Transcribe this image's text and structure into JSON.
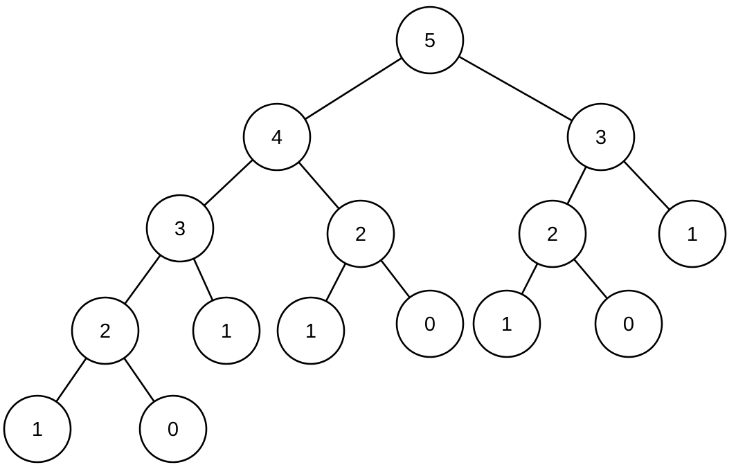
{
  "diagram": {
    "type": "binary-tree",
    "colors": {
      "stroke": "#000000",
      "fill": "#ffffff",
      "text": "#000000"
    },
    "nodes": [
      {
        "id": "n1",
        "label": "5"
      },
      {
        "id": "n2",
        "label": "4"
      },
      {
        "id": "n3",
        "label": "3"
      },
      {
        "id": "n4",
        "label": "3"
      },
      {
        "id": "n5",
        "label": "2"
      },
      {
        "id": "n6",
        "label": "2"
      },
      {
        "id": "n7",
        "label": "1"
      },
      {
        "id": "n8",
        "label": "2"
      },
      {
        "id": "n9",
        "label": "1"
      },
      {
        "id": "n10",
        "label": "1"
      },
      {
        "id": "n11",
        "label": "0"
      },
      {
        "id": "n12",
        "label": "1"
      },
      {
        "id": "n13",
        "label": "0"
      },
      {
        "id": "n14",
        "label": "1"
      },
      {
        "id": "n15",
        "label": "0"
      }
    ],
    "edges": [
      {
        "from": "n1",
        "to": "n2"
      },
      {
        "from": "n1",
        "to": "n3"
      },
      {
        "from": "n2",
        "to": "n4"
      },
      {
        "from": "n2",
        "to": "n5"
      },
      {
        "from": "n3",
        "to": "n6"
      },
      {
        "from": "n3",
        "to": "n7"
      },
      {
        "from": "n4",
        "to": "n8"
      },
      {
        "from": "n4",
        "to": "n9"
      },
      {
        "from": "n5",
        "to": "n10"
      },
      {
        "from": "n5",
        "to": "n11"
      },
      {
        "from": "n6",
        "to": "n12"
      },
      {
        "from": "n6",
        "to": "n13"
      },
      {
        "from": "n8",
        "to": "n14"
      },
      {
        "from": "n8",
        "to": "n15"
      }
    ]
  }
}
